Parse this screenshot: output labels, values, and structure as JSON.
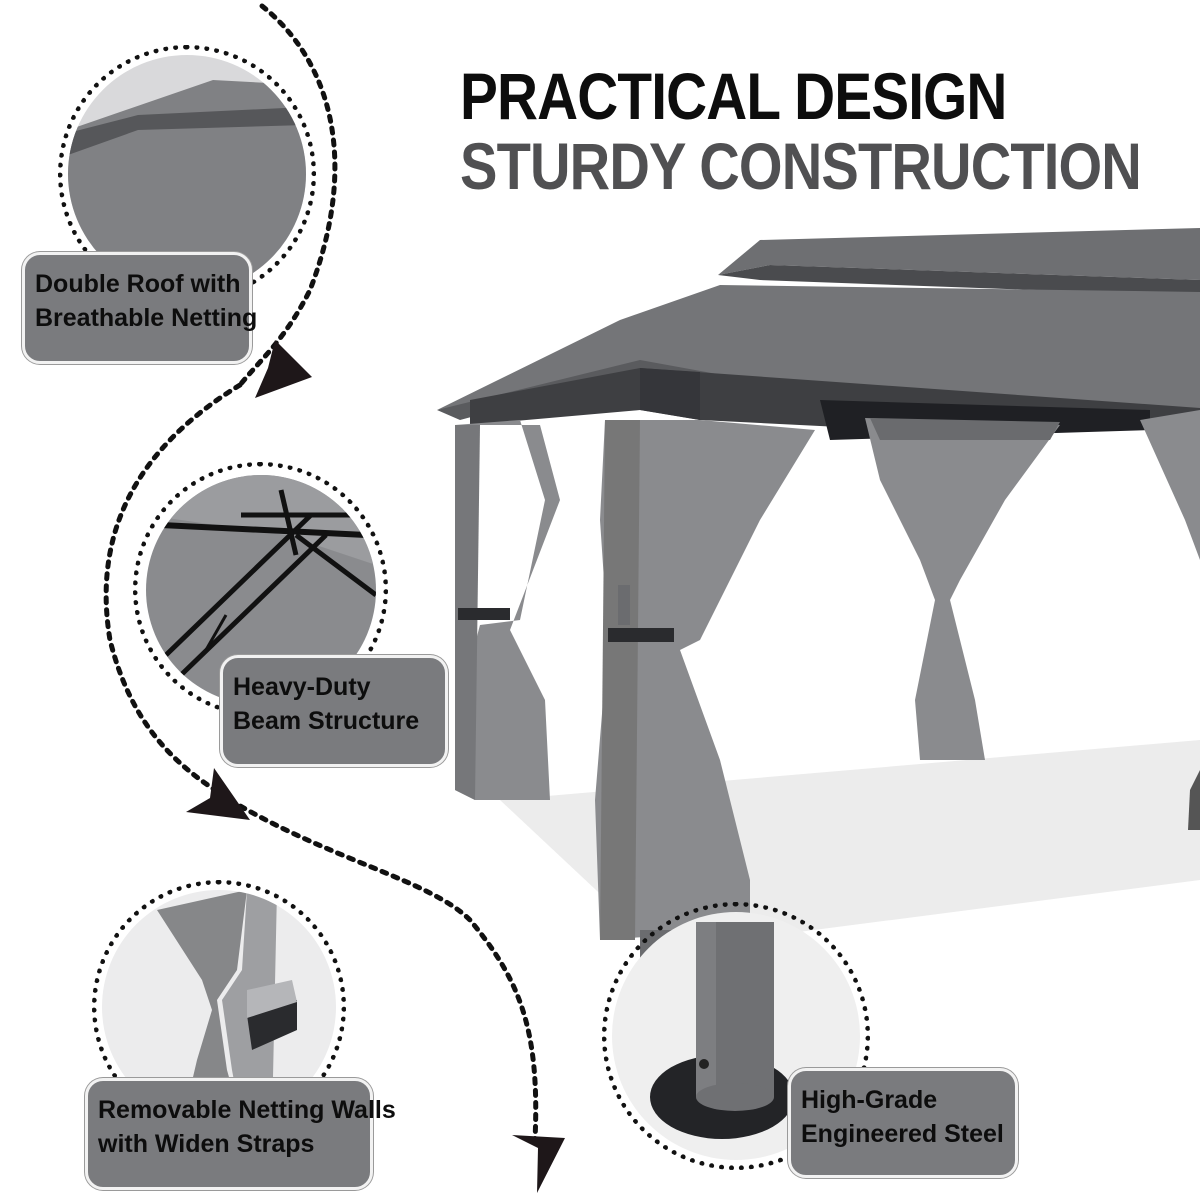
{
  "headline": {
    "line1": "PRACTICAL DESIGN",
    "line2": "STURDY CONSTRUCTION"
  },
  "features": [
    {
      "line1": "Double Roof with",
      "line2": "Breathable Netting",
      "icon": "roof-detail-image"
    },
    {
      "line1": "Heavy-Duty",
      "line2": "Beam Structure",
      "icon": "beam-detail-image"
    },
    {
      "line1": "Removable Netting Walls",
      "line2": "with Widen Straps",
      "icon": "netting-strap-detail-image"
    },
    {
      "line1": "High-Grade",
      "line2": "Engineered Steel",
      "icon": "steel-leg-detail-image"
    }
  ],
  "colors": {
    "canopy": "#6e6f72",
    "canopy_dark": "#3e3f42",
    "netting": "#8a8b8e",
    "label_bg": "#7a7b7e",
    "headline_dark": "#0d0d0d",
    "headline_gray": "#505052",
    "floor_shadow": "#ececec"
  }
}
